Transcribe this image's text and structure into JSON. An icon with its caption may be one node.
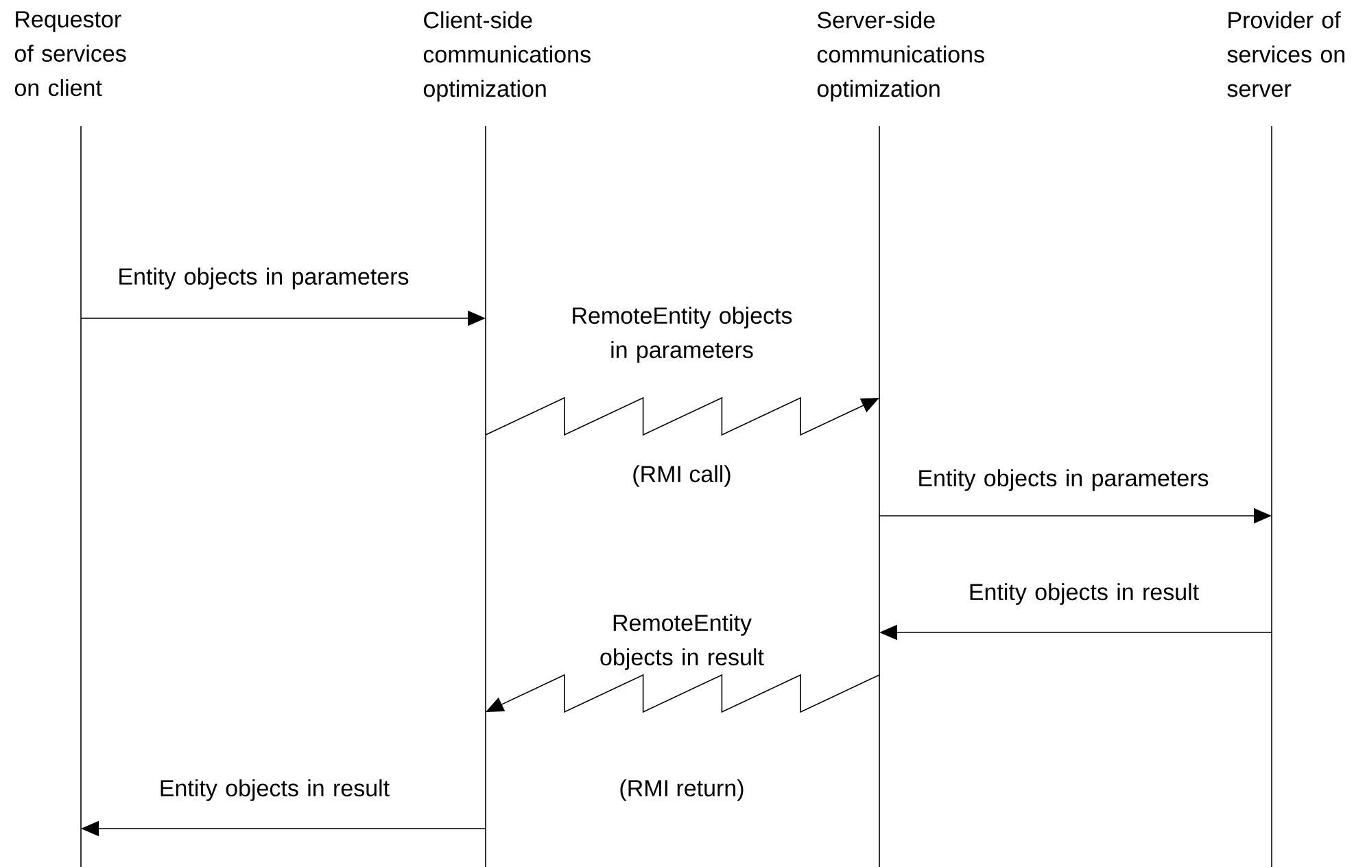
{
  "diagram": {
    "nodes": [
      {
        "text": [
          "Requestor of services on client"
        ]
      },
      {
        "text": [
          "Client-side communications optimization"
        ]
      },
      {
        "text": [
          "Server-side communications optimization"
        ]
      },
      {
        "text": [
          "Provider of services on server"
        ]
      }
    ],
    "edges": [
      {
        "from": 0,
        "to": 1,
        "arrow": "to",
        "label": "Entity objects in parameters"
      },
      {
        "from": 1,
        "to": 2,
        "arrow": "to",
        "label": "RemoteEntity objects in parameters"
      },
      {
        "from": 2,
        "to": 3,
        "arrow": "to",
        "label": "Entity objects in parameters"
      },
      {
        "from": 3,
        "to": 2,
        "arrow": "to",
        "label": "Entity objects in result"
      },
      {
        "from": 2,
        "to": 1,
        "arrow": "to",
        "label": "RemoteEntity objects in result"
      },
      {
        "from": 1,
        "to": 0,
        "arrow": "to",
        "label": "Entity objects in result"
      }
    ],
    "labels": [
      "(RMI call)",
      "(RMI return)"
    ]
  }
}
